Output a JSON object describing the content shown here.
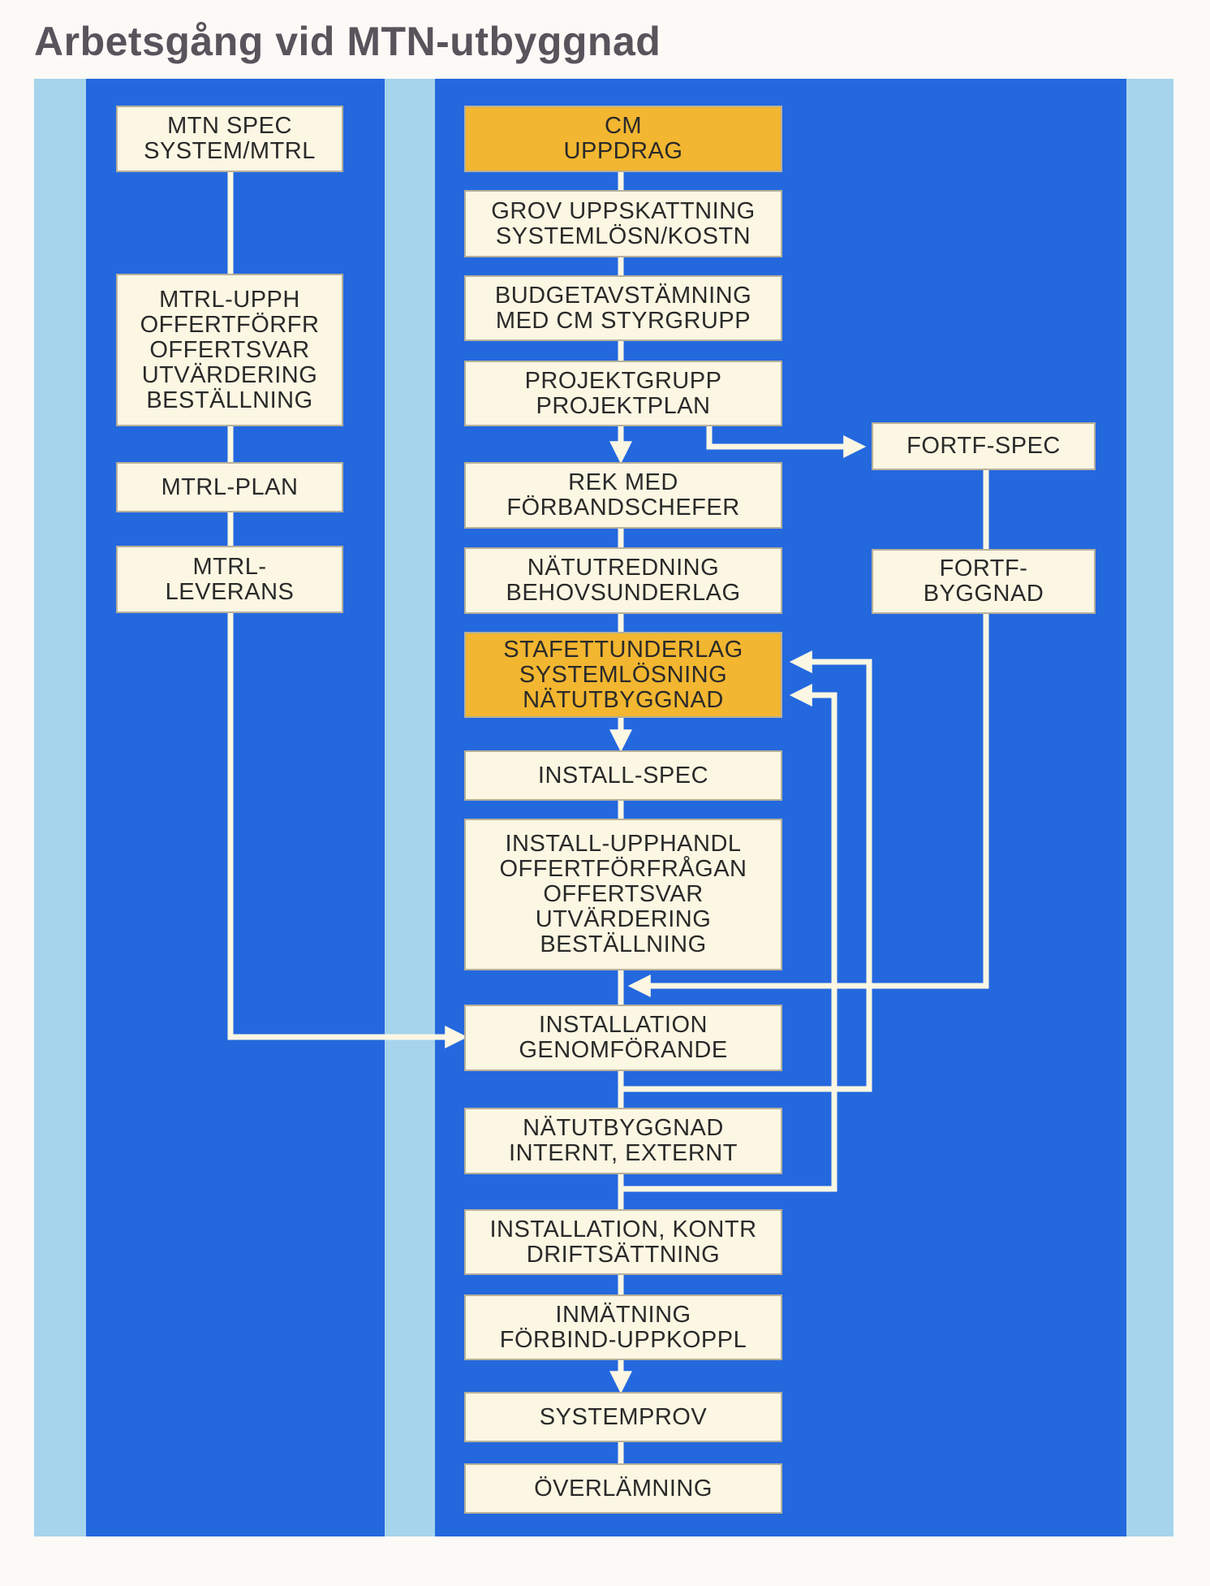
{
  "title": "Arbetsgång vid MTN-utbyggnad",
  "colors": {
    "band_pale": "#a6d4ec",
    "band_blue": "#2468de",
    "box_fill": "#fbf7e3",
    "box_highlight": "#f2b630",
    "connector": "#fbf7e3"
  },
  "left_column": [
    {
      "lines": [
        "MTN SPEC",
        "SYSTEM/MTRL"
      ]
    },
    {
      "lines": [
        "MTRL-UPPH",
        "OFFERTFÖRFR",
        "OFFERTSVAR",
        "UTVÄRDERING",
        "BESTÄLLNING"
      ]
    },
    {
      "lines": [
        "MTRL-PLAN"
      ]
    },
    {
      "lines": [
        "MTRL-",
        "LEVERANS"
      ]
    }
  ],
  "main_column": [
    {
      "lines": [
        "CM",
        "UPPDRAG"
      ],
      "highlight": true
    },
    {
      "lines": [
        "GROV UPPSKATTNING",
        "SYSTEMLÖSN/KOSTN"
      ]
    },
    {
      "lines": [
        "BUDGETAVSTÄMNING",
        "MED CM STYRGRUPP"
      ]
    },
    {
      "lines": [
        "PROJEKTGRUPP",
        "PROJEKTPLAN"
      ]
    },
    {
      "lines": [
        "REK MED",
        "FÖRBANDSCHEFER"
      ]
    },
    {
      "lines": [
        "NÄTUTREDNING",
        "BEHOVSUNDERLAG"
      ]
    },
    {
      "lines": [
        "STAFETTUNDERLAG",
        "SYSTEMLÖSNING",
        "NÄTUTBYGGNAD"
      ],
      "highlight": true
    },
    {
      "lines": [
        "INSTALL-SPEC"
      ]
    },
    {
      "lines": [
        "INSTALL-UPPHANDL",
        "OFFERTFÖRFRÅGAN",
        "OFFERTSVAR",
        "UTVÄRDERING",
        "BESTÄLLNING"
      ]
    },
    {
      "lines": [
        "INSTALLATION",
        "GENOMFÖRANDE"
      ]
    },
    {
      "lines": [
        "NÄTUTBYGGNAD",
        "INTERNT, EXTERNT"
      ]
    },
    {
      "lines": [
        "INSTALLATION, KONTR",
        "DRIFTSÄTTNING"
      ]
    },
    {
      "lines": [
        "INMÄTNING",
        "FÖRBIND-UPPKOPPL"
      ]
    },
    {
      "lines": [
        "SYSTEMPROV"
      ]
    },
    {
      "lines": [
        "ÖVERLÄMNING"
      ]
    }
  ],
  "right_column": [
    {
      "lines": [
        "FORTF-SPEC"
      ]
    },
    {
      "lines": [
        "FORTF-",
        "BYGGNAD"
      ]
    }
  ]
}
